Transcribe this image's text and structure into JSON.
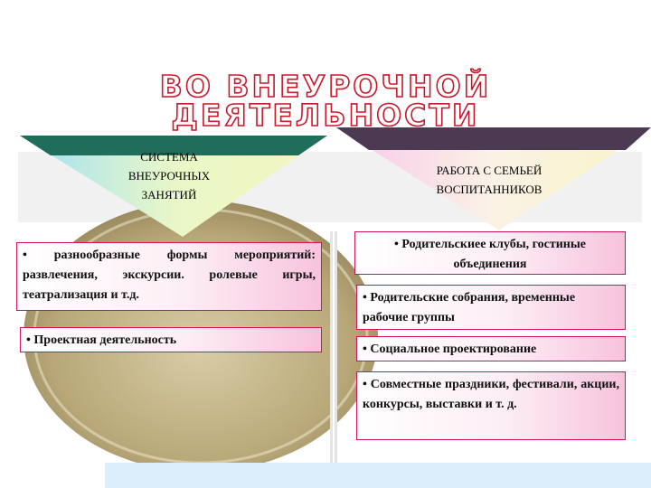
{
  "title": {
    "line1": "ВО ВНЕУРОЧНОЙ",
    "line2": "ДЕЯТЕЛЬНОСТИ"
  },
  "left_header": {
    "line1": "СИСТЕМА",
    "line2": "ВНЕУРОЧНЫХ",
    "line3": "ЗАНЯТИЙ"
  },
  "right_header": {
    "line1": "РАБОТА С СЕМЬЕЙ",
    "line2": "ВОСПИТАННИКОВ"
  },
  "left_items": [
    "• разнообразные формы мероприятий: развлечения, экскурсии. ролевые игры, театрализация и т.д.",
    "• Проектная деятельность"
  ],
  "right_items": [
    "• Родительскиее клубы, гостиные объединения",
    "• Родительские собрания, временные рабочие группы",
    "• Социальное проектирование",
    "• Совместные праздники, фестивали, акции, конкурсы, выставки и т. д."
  ],
  "colors": {
    "title_outline": "#c8182a",
    "box_border": "#d4145a",
    "left_header_band": "#1f6e5b",
    "right_header_band": "#4b3a52",
    "disc": "#b9a97a"
  }
}
